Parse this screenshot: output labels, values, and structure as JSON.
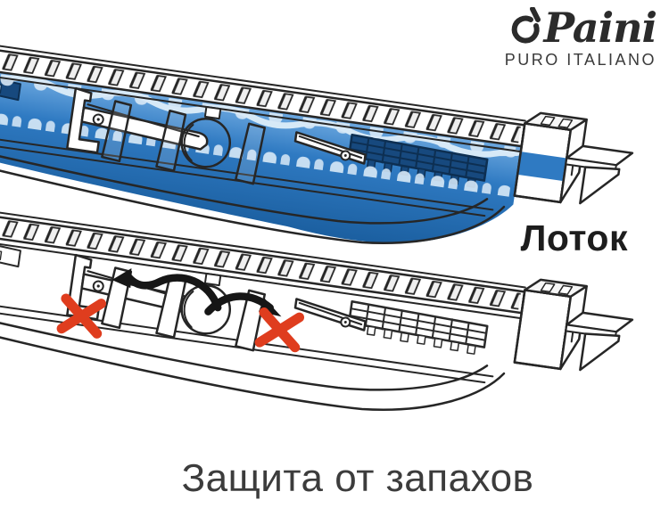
{
  "brand": {
    "name": "Paini",
    "tagline": "PURO ITALIANO",
    "mark_icon": "power-apostrophe-brand-mark-icon"
  },
  "labels": {
    "channel_label": "Лоток",
    "caption": "Защита от запахов"
  },
  "diagrams": {
    "top": {
      "name": "drain-channel-filled-with-water",
      "icons": [
        "water-fill",
        "drain-grate",
        "siphon-hole",
        "outlet-mesh",
        "mounting-bracket"
      ]
    },
    "bottom": {
      "name": "drain-channel-dry-odor-blocked",
      "icons": [
        "odor-flow-arrow-icon",
        "odor-flow-arrow-icon",
        "red-cross-icon",
        "red-cross-icon"
      ]
    }
  },
  "colors": {
    "water_blue": "#2f7ac2",
    "water_deep": "#1b5fa0",
    "water_light_streak": "#d8e9f7",
    "mesh_navy": "#17497e",
    "line_art": "#262626",
    "cross_red": "#df3d1e",
    "text": "#1d1d1d",
    "background": "#ffffff"
  }
}
